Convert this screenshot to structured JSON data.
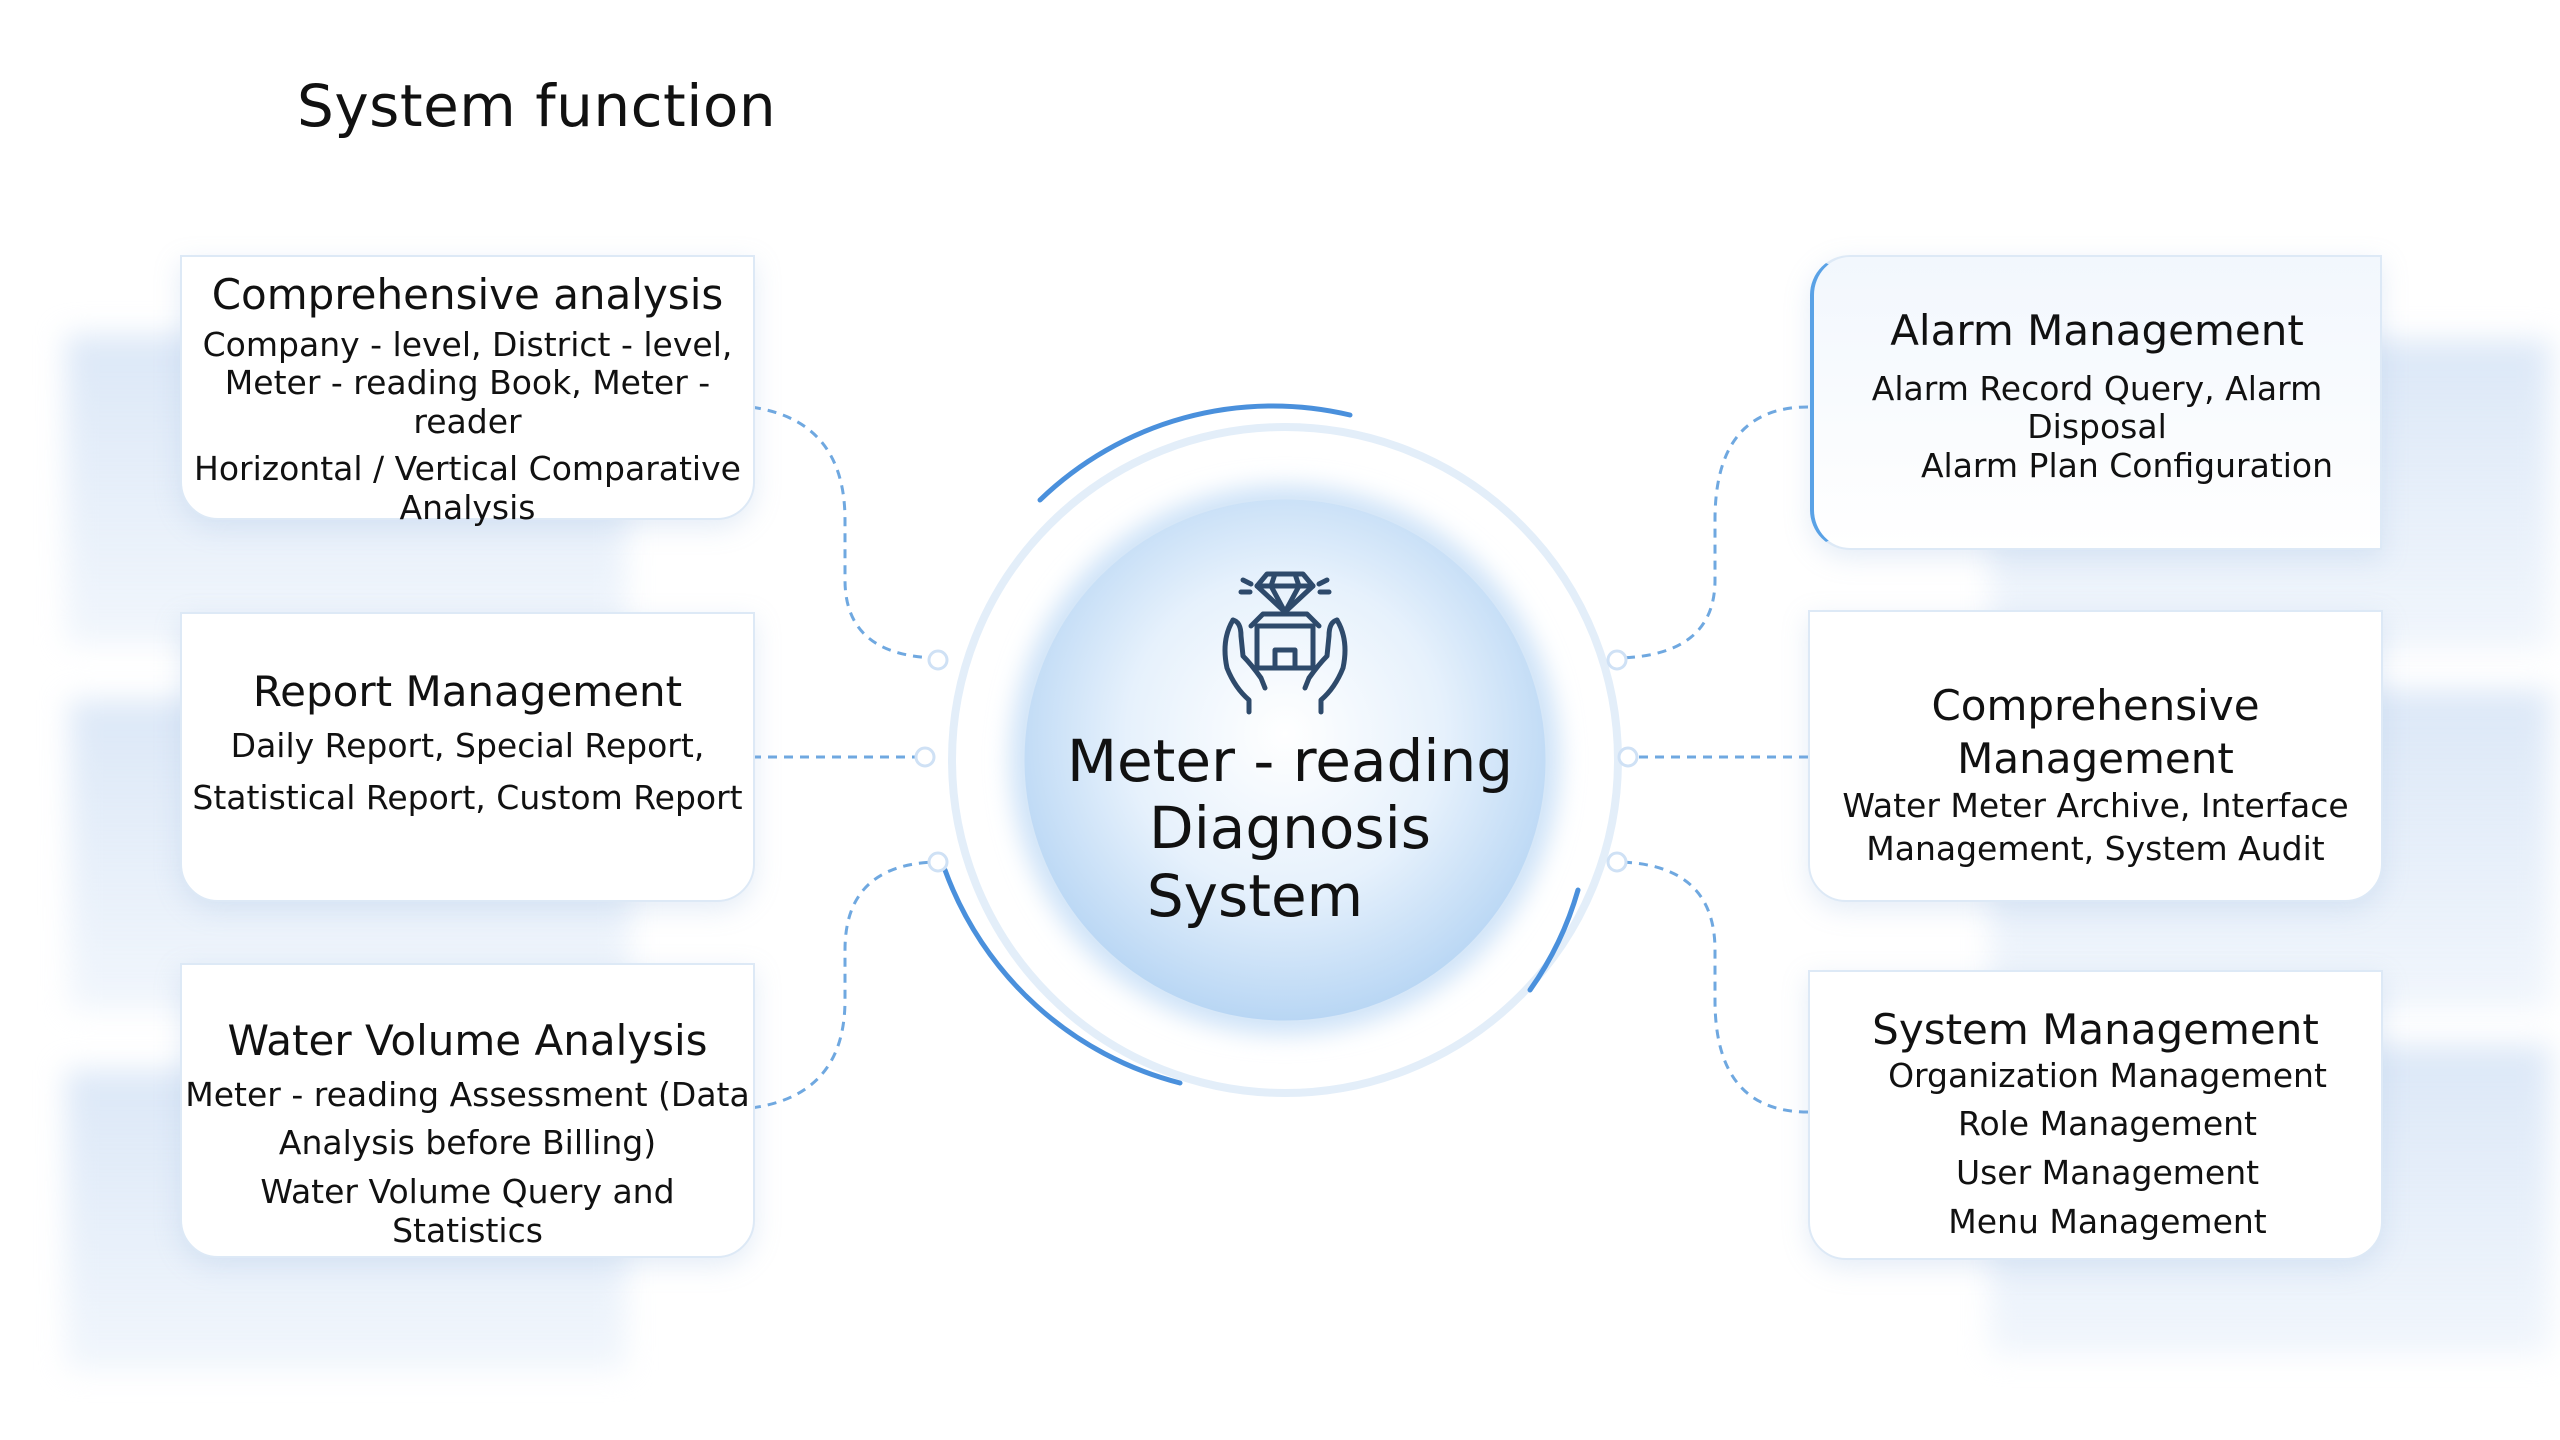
{
  "title": "System function",
  "center": {
    "line1": "Meter - reading",
    "line2": "Diagnosis",
    "line3": "System",
    "icon": "hands-holding-diamond-box-icon"
  },
  "left_cards": [
    {
      "title": "Comprehensive analysis",
      "lines": [
        "Company - level, District - level,",
        "Meter - reading Book, Meter -",
        "reader",
        "Horizontal / Vertical Comparative",
        "Analysis"
      ]
    },
    {
      "title": "Report Management",
      "lines": [
        "Daily Report, Special Report,",
        "Statistical Report, Custom Report"
      ]
    },
    {
      "title": "Water Volume Analysis",
      "lines": [
        "Meter - reading Assessment (Data",
        "Analysis before Billing)",
        "Water Volume Query and Statistics"
      ]
    }
  ],
  "right_cards": [
    {
      "title": "Alarm Management",
      "lines": [
        "Alarm Record Query, Alarm Disposal",
        "Alarm Plan Configuration"
      ]
    },
    {
      "title": "Comprehensive Management",
      "lines": [
        "Water Meter Archive, Interface",
        "Management, System Audit"
      ]
    },
    {
      "title": "System Management",
      "lines": [
        "Organization Management",
        "Role Management",
        "User Management",
        "Menu Management"
      ]
    }
  ],
  "colors": {
    "accent": "#4a90dc",
    "dashed_line": "#6fa8e0",
    "center_fill": "#cfe3f8",
    "ring": "#dbe9f7",
    "card_border": "#dde9f6"
  }
}
